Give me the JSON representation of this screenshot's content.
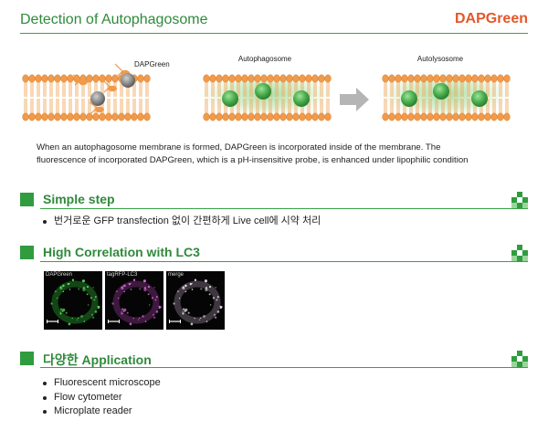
{
  "header": {
    "title": "Detection of Autophagosome",
    "brand": "DAPGreen"
  },
  "diagram": {
    "probe_label": "DAPGreen",
    "stage1_label": "Autophagosome",
    "stage2_label": "Autolysosome",
    "colors": {
      "lipid_head": "#f09a4a",
      "probe_gray": "#8a8a8a",
      "probe_green": "#4caf4f",
      "glow": "#c9ecc4",
      "arrow": "#b5b5b5"
    }
  },
  "caption": {
    "line1": "When an autophagosome membrane is formed, DAPGreen is incorporated inside of the membrane. The",
    "line2": "fluorescence of incorporated DAPGreen, which is a pH-insensitive probe, is enhanced under lipophilic condition"
  },
  "sections": {
    "simple_step": {
      "title": "Simple step",
      "items": [
        "번거로운 GFP transfection 없이 간편하게 Live cell에 시약 처리"
      ]
    },
    "correlation": {
      "title": "High Correlation with LC3",
      "panels": [
        "DAPGreen",
        "tagRFP-LC3",
        "merge"
      ]
    },
    "application": {
      "title": "다양한 Application",
      "items": [
        "Fluorescent microscope",
        "Flow cytometer",
        "Microplate reader"
      ]
    }
  },
  "theme": {
    "accent_green": "#2f9c3f",
    "brand_orange": "#e2582a"
  }
}
